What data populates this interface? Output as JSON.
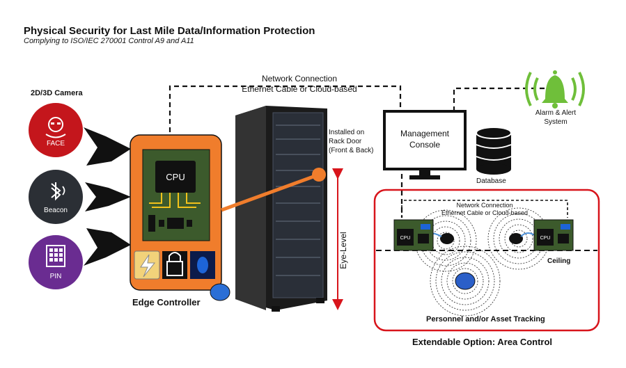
{
  "title": "Physical Security for Last Mile Data/Information Protection",
  "subtitle": "Complying to ISO/IEC 270001 Control A9 and A11",
  "camera_label": "2D/3D Camera",
  "sources": [
    {
      "label": "FACE",
      "icon": "face-icon",
      "color": "#c4161c"
    },
    {
      "label": "Beacon",
      "icon": "bluetooth-icon",
      "color": "#2b2f35"
    },
    {
      "label": "PIN",
      "icon": "keypad-icon",
      "color": "#6a2c91"
    }
  ],
  "network": {
    "line1": "Network Connection",
    "line2": "Ethernet Cable or Cloud-based"
  },
  "edge_controller": {
    "label": "Edge Controller",
    "cpu": "CPU",
    "color": "#f07d2c"
  },
  "rack": {
    "installed_label": "Installed on\nRack Door\n(Front & Back)",
    "eye_level": "Eye-Level"
  },
  "management_console": {
    "label": "Management\nConsole"
  },
  "database": {
    "label": "Database"
  },
  "alarm": {
    "label": "Alarm & Alert\nSystem",
    "color": "#6fbf3a"
  },
  "area": {
    "network_line1": "Network Connection",
    "network_line2": "Ethernet Cable or Cloud-based",
    "cpu_left": "CPU",
    "cpu_right": "CPU",
    "ceiling": "Ceiling",
    "tracking": "Personnel and/or Asset Tracking",
    "option_label": "Extendable Option: Area Control",
    "border_color": "#d8141b"
  }
}
